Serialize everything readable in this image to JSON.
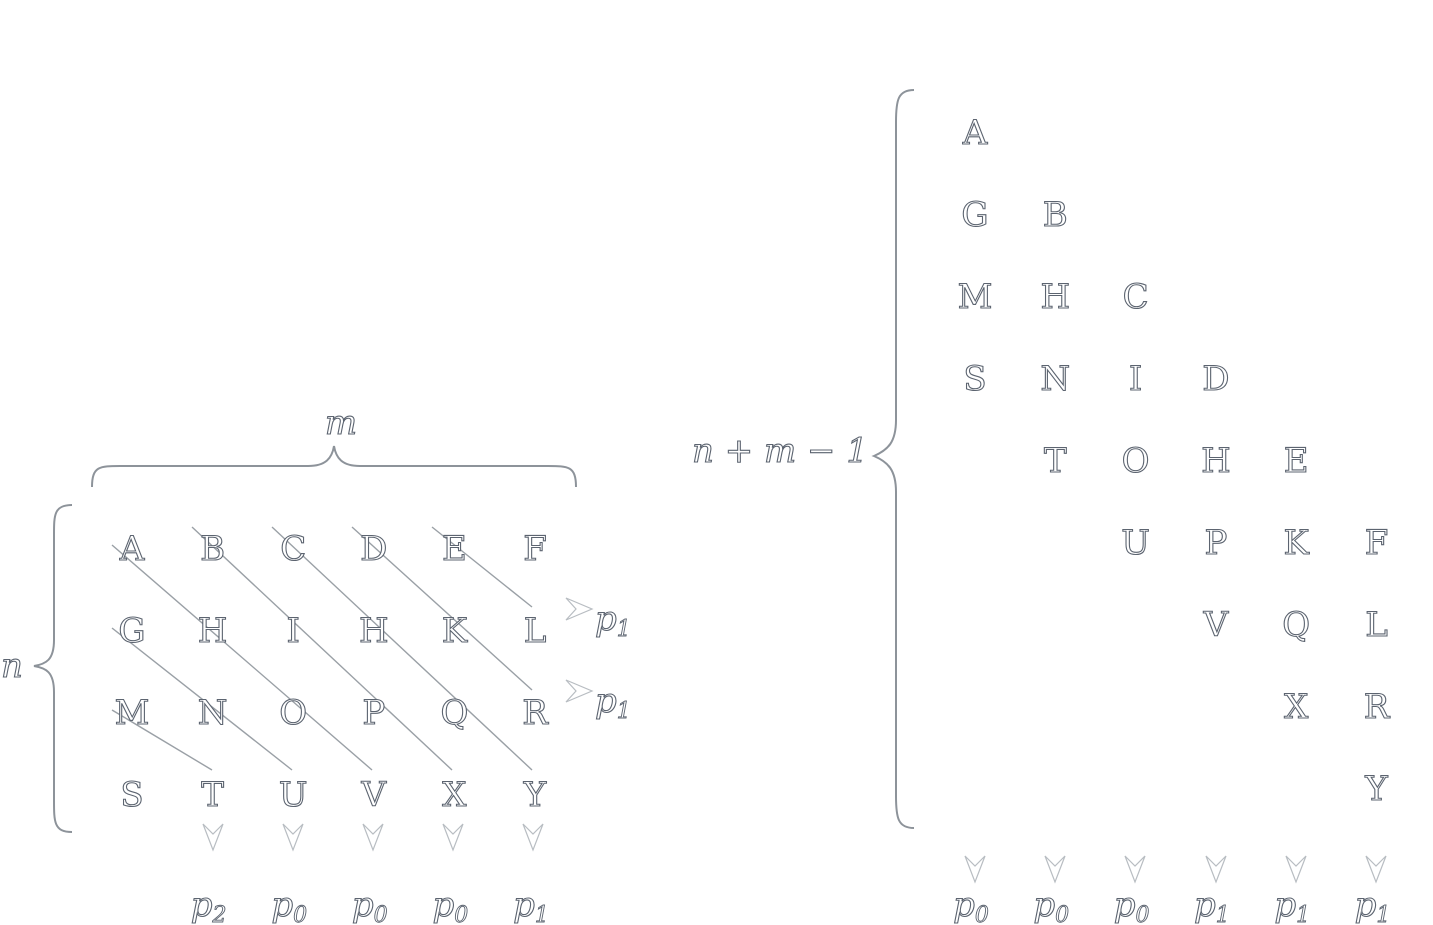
{
  "left": {
    "width_label": "m",
    "height_label": "n",
    "grid": [
      [
        "A",
        "B",
        "C",
        "D",
        "E",
        "F"
      ],
      [
        "G",
        "H",
        "I",
        "H",
        "K",
        "L"
      ],
      [
        "M",
        "N",
        "O",
        "P",
        "Q",
        "R"
      ],
      [
        "S",
        "T",
        "U",
        "V",
        "X",
        "Y"
      ]
    ],
    "side_labels": [
      {
        "row": 1,
        "symbol": "p",
        "sub": "1"
      },
      {
        "row": 2,
        "symbol": "p",
        "sub": "1"
      }
    ],
    "bottom_labels": [
      {
        "col": 1,
        "symbol": "p",
        "sub": "2"
      },
      {
        "col": 2,
        "symbol": "p",
        "sub": "0"
      },
      {
        "col": 3,
        "symbol": "p",
        "sub": "0"
      },
      {
        "col": 4,
        "symbol": "p",
        "sub": "0"
      },
      {
        "col": 5,
        "symbol": "p",
        "sub": "1"
      }
    ]
  },
  "right": {
    "height_label": "n + m − 1",
    "grid": [
      [
        "A",
        "",
        "",
        "",
        "",
        ""
      ],
      [
        "G",
        "B",
        "",
        "",
        "",
        ""
      ],
      [
        "M",
        "H",
        "C",
        "",
        "",
        ""
      ],
      [
        "S",
        "N",
        "I",
        "D",
        "",
        ""
      ],
      [
        "",
        "T",
        "O",
        "H",
        "E",
        ""
      ],
      [
        "",
        "",
        "U",
        "P",
        "K",
        "F"
      ],
      [
        "",
        "",
        "",
        "V",
        "Q",
        "L"
      ],
      [
        "",
        "",
        "",
        "",
        "X",
        "R"
      ],
      [
        "",
        "",
        "",
        "",
        "",
        "Y"
      ]
    ],
    "bottom_labels": [
      {
        "col": 0,
        "symbol": "p",
        "sub": "0"
      },
      {
        "col": 1,
        "symbol": "p",
        "sub": "0"
      },
      {
        "col": 2,
        "symbol": "p",
        "sub": "0"
      },
      {
        "col": 3,
        "symbol": "p",
        "sub": "1"
      },
      {
        "col": 4,
        "symbol": "p",
        "sub": "1"
      },
      {
        "col": 5,
        "symbol": "p",
        "sub": "1"
      }
    ]
  }
}
